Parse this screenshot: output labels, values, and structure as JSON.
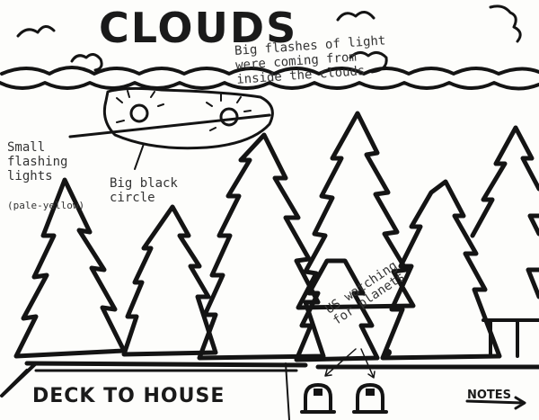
{
  "drawing": {
    "title": "CLOUDS",
    "annotations": {
      "flashes": "Big flashes of light\nwere coming from\ninside the clouds",
      "small_lights": "Small\nflashing\nlights",
      "small_lights_color": "(pale-yellow)",
      "black_circle": "Big black\ncircle",
      "us_watching": "US watching\nfor planets"
    },
    "footer": {
      "deck_label": "DECK TO HOUSE",
      "notes_label": "NOTES"
    },
    "colors": {
      "ink": "#141414",
      "paper": "#fdfdfb"
    }
  }
}
